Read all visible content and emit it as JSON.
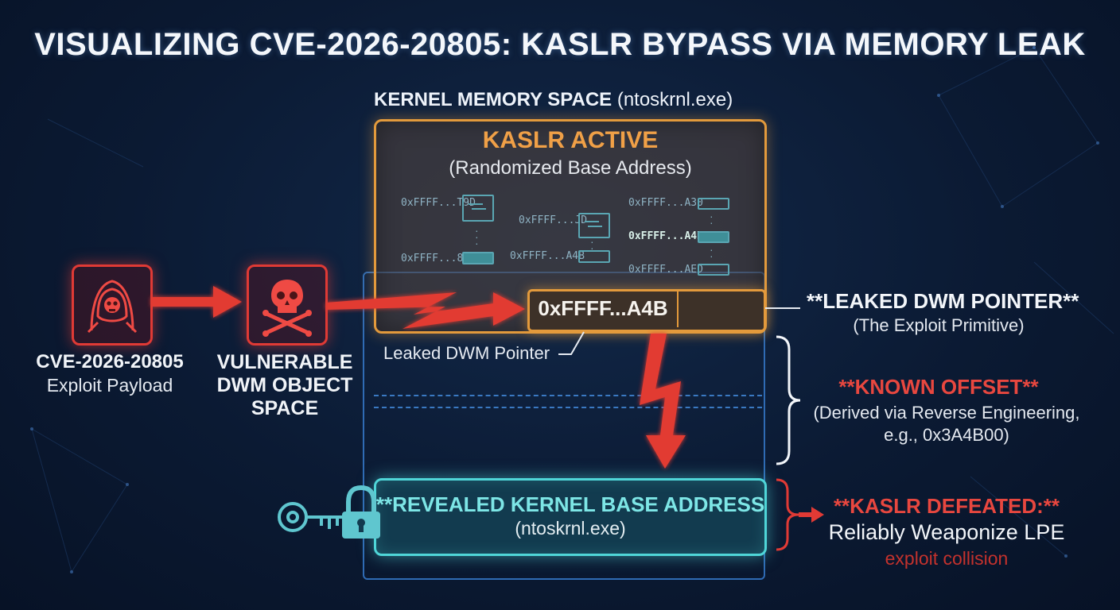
{
  "title": "VISUALIZING CVE-2026-20805: KASLR BYPASS VIA MEMORY LEAK",
  "kernel": {
    "label_bold": "KERNEL MEMORY SPACE",
    "label_paren": "(ntoskrnl.exe)",
    "kaslr_title": "KASLR ACTIVE",
    "kaslr_sub": "(Randomized Base Address)",
    "addresses": {
      "a1": "0xFFFF...T9D",
      "a2": "0xFFFF...840",
      "a3": "0xFFFF...JD",
      "a4": "0xFFFF...A4B",
      "a5": "0xFFFF...A30",
      "a6": "0xFFFF...A4B",
      "a7": "0xFFFF...AED"
    }
  },
  "leak": {
    "address": "0xFFFF...A4B",
    "label": "Leaked DWM Pointer"
  },
  "payload": {
    "title": "CVE-2026-20805",
    "sub": "Exploit Payload"
  },
  "dwm": {
    "line1": "VULNERABLE",
    "line2": "DWM OBJECT",
    "line3": "SPACE"
  },
  "right": {
    "leaked_title": "**LEAKED DWM POINTER**",
    "leaked_sub": "(The Exploit Primitive)",
    "offset_title": "**KNOWN OFFSET**",
    "offset_sub1": "(Derived via Reverse Engineering,",
    "offset_sub2": "e.g., 0x3A4B00)",
    "defeated_title": "**KASLR DEFEATED:**",
    "defeated_sub": "Reliably Weaponize LPE",
    "defeated_note": "exploit collision"
  },
  "revealed": {
    "title": "**REVEALED KERNEL BASE ADDRESS",
    "sub": "(ntoskrnl.exe)"
  },
  "colors": {
    "orange": "#e39a3c",
    "red": "#e03a35",
    "cyan": "#4fd6d8",
    "blue": "#2f6bb4"
  },
  "icons": [
    "hacker-icon",
    "skull-crossbones-icon",
    "key-icon",
    "padlock-icon"
  ]
}
